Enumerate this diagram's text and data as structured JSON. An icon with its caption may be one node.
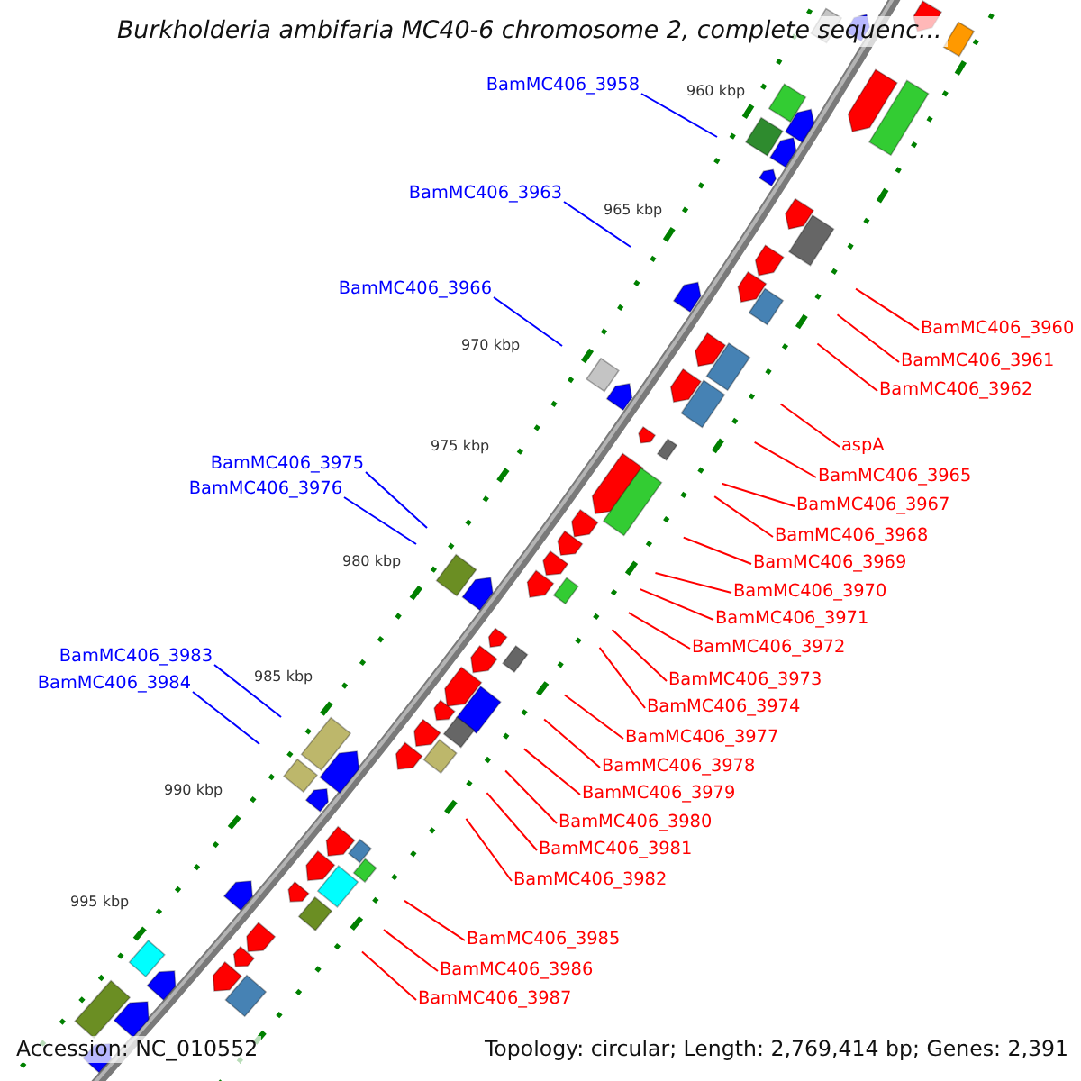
{
  "diagram": {
    "title": "Burkholderia ambifaria MC40-6 chromosome 2, complete sequenc...",
    "nodes": [
      {
        "text": [
          "BamMC406_3958"
        ]
      },
      {
        "text": [
          "BamMC406_3963"
        ]
      },
      {
        "text": [
          "BamMC406_3966"
        ]
      },
      {
        "text": [
          "BamMC406_3960"
        ]
      },
      {
        "text": [
          "BamMC406_3961"
        ]
      },
      {
        "text": [
          "BamMC406_3962"
        ]
      },
      {
        "text": [
          "aspA"
        ]
      },
      {
        "text": [
          "BamMC406_3975"
        ]
      },
      {
        "text": [
          "BamMC406_3965"
        ]
      },
      {
        "text": [
          "BamMC406_3976"
        ]
      },
      {
        "text": [
          "BamMC406_3967"
        ]
      },
      {
        "text": [
          "BamMC406_3968"
        ]
      },
      {
        "text": [
          "BamMC406_3969"
        ]
      },
      {
        "text": [
          "BamMC406_3970"
        ]
      },
      {
        "text": [
          "BamMC406_3971"
        ]
      },
      {
        "text": [
          "BamMC406_3972"
        ]
      },
      {
        "text": [
          "BamMC406_3983"
        ]
      },
      {
        "text": [
          "BamMC406_3973"
        ]
      },
      {
        "text": [
          "BamMC406_3984"
        ]
      },
      {
        "text": [
          "BamMC406_3974"
        ]
      },
      {
        "text": [
          "BamMC406_3977"
        ]
      },
      {
        "text": [
          "BamMC406_3978"
        ]
      },
      {
        "text": [
          "BamMC406_3979"
        ]
      },
      {
        "text": [
          "BamMC406_3980"
        ]
      },
      {
        "text": [
          "BamMC406_3981"
        ]
      },
      {
        "text": [
          "BamMC406_3982"
        ]
      },
      {
        "text": [
          "BamMC406_3985"
        ]
      },
      {
        "text": [
          "BamMC406_3986"
        ]
      },
      {
        "text": [
          "BamMC406_3987"
        ]
      }
    ],
    "edges": [
      {
        "from": 0,
        "to": null,
        "arrow": "none",
        "color": "#0000ff"
      },
      {
        "from": 1,
        "to": null,
        "arrow": "none",
        "color": "#0000ff"
      },
      {
        "from": 2,
        "to": null,
        "arrow": "none",
        "color": "#0000ff"
      },
      {
        "from": 3,
        "to": null,
        "arrow": "none"
      },
      {
        "from": 4,
        "to": null,
        "arrow": "none"
      },
      {
        "from": 5,
        "to": null,
        "arrow": "none"
      },
      {
        "from": 6,
        "to": null,
        "arrow": "none"
      },
      {
        "from": 7,
        "to": null,
        "arrow": "none",
        "color": "#0000ff"
      },
      {
        "from": 8,
        "to": null,
        "arrow": "none"
      },
      {
        "from": 9,
        "to": null,
        "arrow": "none",
        "color": "#0000ff"
      },
      {
        "from": 10,
        "to": null,
        "arrow": "none"
      },
      {
        "from": 11,
        "to": null,
        "arrow": "none"
      },
      {
        "from": 12,
        "to": null,
        "arrow": "none"
      },
      {
        "from": 13,
        "to": null,
        "arrow": "none"
      },
      {
        "from": 14,
        "to": null,
        "arrow": "none"
      },
      {
        "from": 15,
        "to": null,
        "arrow": "none"
      },
      {
        "from": 16,
        "to": null,
        "arrow": "none",
        "color": "#0000ff"
      },
      {
        "from": 17,
        "to": null,
        "arrow": "none"
      },
      {
        "from": 18,
        "to": null,
        "arrow": "none",
        "color": "#0000ff"
      },
      {
        "from": 19,
        "to": null,
        "arrow": "none"
      },
      {
        "from": 20,
        "to": null,
        "arrow": "none"
      },
      {
        "from": 21,
        "to": null,
        "arrow": "none"
      },
      {
        "from": 22,
        "to": null,
        "arrow": "none"
      },
      {
        "from": 23,
        "to": null,
        "arrow": "none"
      },
      {
        "from": 24,
        "to": null,
        "arrow": "none"
      },
      {
        "from": 25,
        "to": null,
        "arrow": "none"
      },
      {
        "from": 26,
        "to": null,
        "arrow": "none"
      },
      {
        "from": 27,
        "to": null,
        "arrow": "none"
      },
      {
        "from": 28,
        "to": null,
        "arrow": "none"
      }
    ],
    "labels": [
      "960 kbp",
      "965 kbp",
      "970 kbp",
      "975 kbp",
      "980 kbp",
      "985 kbp",
      "990 kbp",
      "995 kbp",
      "Accession: NC_010552",
      "Topology: circular; Length: 2,769,414 bp; Genes: 2,391"
    ]
  }
}
